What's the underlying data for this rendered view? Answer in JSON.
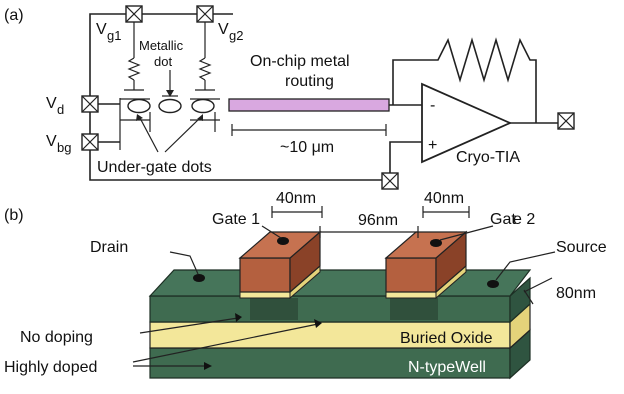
{
  "panel_a": {
    "label": "(a)",
    "vg1": "V",
    "vg1_sub": "g1",
    "vg2": "V",
    "vg2_sub": "g2",
    "vd": "V",
    "vd_sub": "d",
    "vbg": "V",
    "vbg_sub": "bg",
    "metallic_line1": "Metallic",
    "metallic_line2": "dot",
    "routing_line1": "On-chip metal",
    "routing_line2": "routing",
    "distance": "~10 μm",
    "under_gate": "Under-gate dots",
    "tia": "Cryo-TIA",
    "minus": "-",
    "plus": "+"
  },
  "panel_b": {
    "label": "(b)",
    "gate1": "Gate 1",
    "gate2": "Gat",
    "gate2_suffix": "e 2",
    "width1": "40nm",
    "width2": "40nm",
    "gap": "96nm",
    "drain": "Drain",
    "source": "Source",
    "thickness": "80nm",
    "no_doping": "No doping",
    "highly_doped": "Highly doped",
    "buried_oxide": "Buried Oxide",
    "well": "N-typeWell"
  },
  "colors": {
    "routing": "#d9a8e0",
    "gate": "#b4603f",
    "gate_dark": "#8a4228",
    "silicon": "#3f6b50",
    "silicon_dark": "#2f5440",
    "oxide": "#f3e79a"
  }
}
